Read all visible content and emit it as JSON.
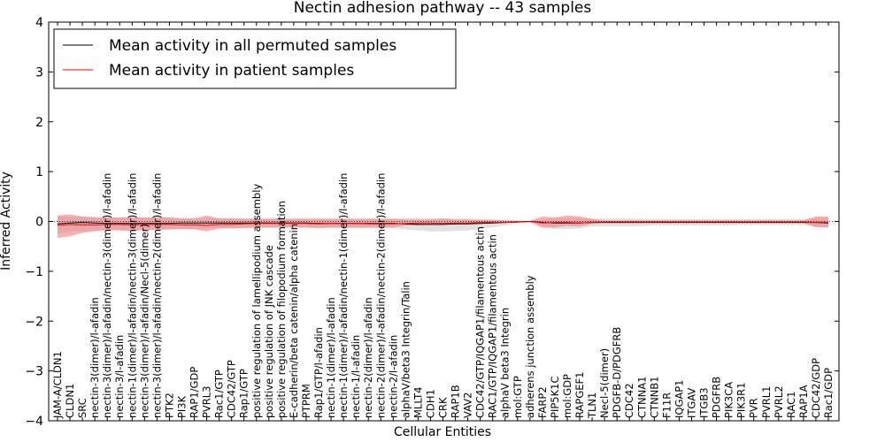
{
  "chart_data": {
    "type": "line",
    "title": "Nectin adhesion pathway -- 43 samples",
    "xlabel": "Cellular Entities",
    "ylabel": "Inferred Activity",
    "ylim": [
      -4,
      4
    ],
    "yticks": [
      -4,
      -3,
      -2,
      -1,
      0,
      1,
      2,
      3,
      4
    ],
    "ytick_labels": [
      "−4",
      "−3",
      "−2",
      "−1",
      "0",
      "1",
      "2",
      "3",
      "4"
    ],
    "grid": false,
    "legend_position": "top-left",
    "categories": [
      "JAM-A/CLDN1",
      "CLDN1",
      "SRC",
      "nectin-3(dimer)/l-afadin",
      "nectin-3(dimer)/l-afadin/nectin-3(dimer)/l-afadin",
      "nectin-3/l-afadin",
      "nectin-1(dimer)/l-afadin/nectin-3(dimer)/l-afadin",
      "nectin-3(dimer)/l-afadin/Necl-5(dimer)",
      "nectin-3(dimer)/l-afadin/nectin-2(dimer)/l-afadin",
      "PTK2",
      "PI3K",
      "RAP1/GDP",
      "PVRL3",
      "Rac1/GTP",
      "CDC42/GTP",
      "Rap1/GTP",
      "positive regulation of lamellipodium assembly",
      "positive regulation of JNK cascade",
      "positive regulation of filopodium formation",
      "E-cadherin/beta catenin/alpha catenin",
      "PTPRM",
      "Rap1/GTP/l-afadin",
      "nectin-1(dimer)/l-afadin",
      "nectin-1(dimer)/l-afadin/nectin-1(dimer)/l-afadin",
      "nectin-1/l-afadin",
      "nectin-2(dimer)/l-afadin",
      "nectin-2(dimer)/l-afadin/nectin-2(dimer)/l-afadin",
      "nectin-2/l-afadin",
      "alphaV/beta3 Integrin/Talin",
      "MLLT4",
      "CDH1",
      "CRK",
      "RAP1B",
      "VAV2",
      "CDC42/GTP/IQGAP1/filamentous actin",
      "RAC1/GTP/IQGAP1/filamentous actin",
      "alphaV beta3 Integrin",
      "mol:GTP",
      "adherens junction assembly",
      "FARP2",
      "PIP5K1C",
      "mol:GDP",
      "RAPGEF1",
      "TLN1",
      "Necl-5(dimer)",
      "PDGFB-D/PDGFRB",
      "CDC42",
      "CTNNA1",
      "CTNNB1",
      "F11R",
      "IQGAP1",
      "ITGAV",
      "ITGB3",
      "PDGFRB",
      "PIK3CA",
      "PIK3R1",
      "PVR",
      "PVRL1",
      "PVRL2",
      "RAC1",
      "RAP1A",
      "CDC42/GDP",
      "Rac1/GDP"
    ],
    "series": [
      {
        "name": "Mean activity in all permuted samples",
        "color": "#000000",
        "band_color": "#c8c8c8",
        "values": [
          -0.05,
          -0.03,
          -0.02,
          -0.03,
          -0.04,
          -0.04,
          -0.04,
          -0.04,
          -0.04,
          -0.04,
          -0.03,
          -0.03,
          -0.03,
          -0.03,
          -0.03,
          -0.03,
          -0.03,
          -0.03,
          -0.03,
          -0.03,
          -0.03,
          -0.04,
          -0.04,
          -0.04,
          -0.04,
          -0.04,
          -0.04,
          -0.04,
          -0.05,
          -0.06,
          -0.06,
          -0.06,
          -0.05,
          -0.05,
          -0.04,
          -0.03,
          -0.02,
          -0.01,
          0.0,
          -0.02,
          -0.03,
          -0.03,
          -0.03,
          -0.02,
          -0.02,
          -0.02,
          -0.02,
          -0.02,
          -0.02,
          -0.02,
          -0.02,
          -0.02,
          -0.02,
          -0.02,
          -0.02,
          -0.02,
          -0.02,
          -0.02,
          -0.02,
          -0.02,
          -0.02,
          -0.02,
          -0.03
        ],
        "band_lower": [
          -0.25,
          -0.2,
          -0.2,
          -0.18,
          -0.17,
          -0.17,
          -0.17,
          -0.17,
          -0.17,
          -0.16,
          -0.15,
          -0.15,
          -0.14,
          -0.14,
          -0.14,
          -0.14,
          -0.14,
          -0.13,
          -0.13,
          -0.13,
          -0.13,
          -0.14,
          -0.14,
          -0.14,
          -0.14,
          -0.14,
          -0.14,
          -0.14,
          -0.16,
          -0.18,
          -0.2,
          -0.2,
          -0.19,
          -0.18,
          -0.15,
          -0.12,
          -0.08,
          -0.04,
          -0.01,
          -0.1,
          -0.15,
          -0.15,
          -0.14,
          -0.1,
          -0.1,
          -0.1,
          -0.1,
          -0.09,
          -0.08,
          -0.08,
          -0.08,
          -0.08,
          -0.08,
          -0.08,
          -0.08,
          -0.07,
          -0.07,
          -0.07,
          -0.07,
          -0.07,
          -0.07,
          -0.1,
          -0.12
        ],
        "band_upper": [
          0.1,
          0.1,
          0.1,
          0.09,
          0.08,
          0.08,
          0.08,
          0.08,
          0.08,
          0.08,
          0.07,
          0.07,
          0.07,
          0.07,
          0.07,
          0.07,
          0.07,
          0.07,
          0.07,
          0.07,
          0.07,
          0.07,
          0.07,
          0.07,
          0.07,
          0.07,
          0.07,
          0.07,
          0.07,
          0.07,
          0.06,
          0.06,
          0.06,
          0.06,
          0.05,
          0.04,
          0.03,
          0.02,
          0.01,
          0.05,
          0.07,
          0.07,
          0.07,
          0.06,
          0.06,
          0.06,
          0.06,
          0.05,
          0.05,
          0.05,
          0.05,
          0.05,
          0.05,
          0.05,
          0.05,
          0.05,
          0.05,
          0.05,
          0.05,
          0.05,
          0.05,
          0.07,
          0.08
        ]
      },
      {
        "name": "Mean activity in patient samples",
        "color": "#ff0000",
        "band_color": "#f08080",
        "values": [
          -0.08,
          -0.06,
          -0.07,
          -0.07,
          -0.06,
          -0.06,
          -0.07,
          -0.06,
          -0.06,
          -0.06,
          -0.07,
          -0.07,
          -0.08,
          -0.06,
          -0.06,
          -0.05,
          -0.04,
          -0.04,
          -0.04,
          -0.04,
          -0.04,
          -0.05,
          -0.04,
          -0.04,
          -0.04,
          -0.05,
          -0.05,
          -0.05,
          -0.04,
          -0.03,
          -0.03,
          -0.04,
          -0.03,
          -0.03,
          -0.02,
          -0.02,
          -0.02,
          -0.01,
          0.0,
          -0.03,
          -0.02,
          -0.02,
          -0.03,
          -0.02,
          -0.01,
          -0.01,
          -0.01,
          -0.01,
          -0.01,
          -0.01,
          -0.01,
          -0.01,
          -0.01,
          -0.01,
          -0.01,
          -0.01,
          -0.01,
          -0.01,
          -0.01,
          -0.01,
          -0.01,
          -0.02,
          -0.02
        ],
        "band_lower": [
          -0.33,
          -0.3,
          -0.23,
          -0.2,
          -0.18,
          -0.18,
          -0.2,
          -0.17,
          -0.17,
          -0.16,
          -0.15,
          -0.16,
          -0.2,
          -0.14,
          -0.14,
          -0.13,
          -0.12,
          -0.12,
          -0.12,
          -0.12,
          -0.12,
          -0.13,
          -0.12,
          -0.12,
          -0.12,
          -0.12,
          -0.12,
          -0.12,
          -0.08,
          -0.08,
          -0.06,
          -0.06,
          -0.06,
          -0.05,
          -0.04,
          -0.04,
          -0.03,
          -0.02,
          -0.01,
          -0.13,
          -0.12,
          -0.09,
          -0.1,
          -0.05,
          -0.03,
          -0.03,
          -0.03,
          -0.03,
          -0.03,
          -0.03,
          -0.03,
          -0.03,
          -0.03,
          -0.03,
          -0.03,
          -0.03,
          -0.03,
          -0.03,
          -0.03,
          -0.03,
          -0.03,
          -0.12,
          -0.12
        ],
        "band_upper": [
          0.12,
          0.14,
          0.1,
          0.08,
          0.08,
          0.08,
          0.08,
          0.08,
          0.08,
          0.08,
          0.06,
          0.06,
          0.12,
          0.06,
          0.06,
          0.05,
          0.05,
          0.05,
          0.05,
          0.05,
          0.05,
          0.05,
          0.05,
          0.05,
          0.05,
          0.05,
          0.05,
          0.05,
          0.04,
          0.04,
          0.04,
          0.06,
          0.04,
          0.04,
          0.03,
          0.03,
          0.02,
          0.01,
          0.01,
          0.1,
          0.08,
          0.12,
          0.1,
          0.05,
          0.02,
          0.02,
          0.02,
          0.02,
          0.02,
          0.02,
          0.02,
          0.02,
          0.02,
          0.02,
          0.02,
          0.02,
          0.02,
          0.02,
          0.02,
          0.02,
          0.02,
          0.1,
          0.1
        ]
      }
    ]
  }
}
